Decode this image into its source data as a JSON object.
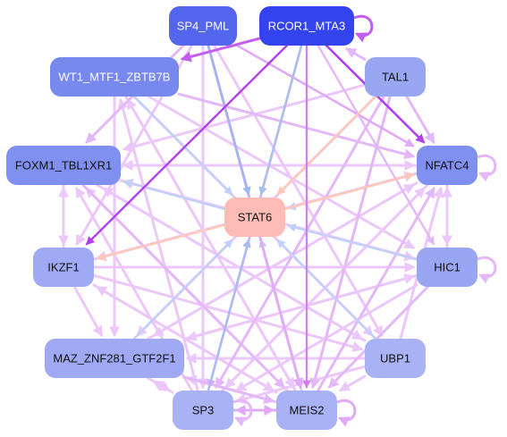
{
  "diagram": {
    "nodes": [
      {
        "id": "SP4_PML",
        "label": "SP4_PML",
        "fill": "#5566ee",
        "text_color": "#ffffff"
      },
      {
        "id": "RCOR1_MTA3",
        "label": "RCOR1_MTA3",
        "fill": "#3344ee",
        "text_color": "#ffffff"
      },
      {
        "id": "WT1_MTF1_ZBTB7B",
        "label": "WT1_MTF1_ZBTB7B",
        "fill": "#7788ee",
        "text_color": "#ffffff"
      },
      {
        "id": "TAL1",
        "label": "TAL1",
        "fill": "#99a6f2",
        "text_color": "#111111"
      },
      {
        "id": "FOXM1_TBL1XR1",
        "label": "FOXM1_TBL1XR1",
        "fill": "#8090f0",
        "text_color": "#111111"
      },
      {
        "id": "NFATC4",
        "label": "NFATC4",
        "fill": "#8090f0",
        "text_color": "#111111"
      },
      {
        "id": "STAT6",
        "label": "STAT6",
        "fill": "#ffbbb5",
        "text_color": "#111111"
      },
      {
        "id": "IKZF1",
        "label": "IKZF1",
        "fill": "#a0aaf4",
        "text_color": "#111111"
      },
      {
        "id": "HIC1",
        "label": "HIC1",
        "fill": "#99a6f2",
        "text_color": "#111111"
      },
      {
        "id": "MAZ_ZNF281_GTF2F1",
        "label": "MAZ_ZNF281_GTF2F1",
        "fill": "#a0aaf4",
        "text_color": "#111111"
      },
      {
        "id": "UBP1",
        "label": "UBP1",
        "fill": "#a8b2f5",
        "text_color": "#111111"
      },
      {
        "id": "SP3",
        "label": "SP3",
        "fill": "#a8b2f5",
        "text_color": "#111111"
      },
      {
        "id": "MEIS2",
        "label": "MEIS2",
        "fill": "#a8b2f5",
        "text_color": "#111111"
      }
    ],
    "edges": [
      {
        "from": "RCOR1_MTA3",
        "to": "WT1_MTF1_ZBTB7B",
        "color": "#c35cf0",
        "width": 3
      },
      {
        "from": "RCOR1_MTA3",
        "to": "NFATC4",
        "color": "#b040ee",
        "width": 2.6
      },
      {
        "from": "RCOR1_MTA3",
        "to": "IKZF1",
        "color": "#b040ee",
        "width": 2.4
      },
      {
        "from": "RCOR1_MTA3",
        "to": "STAT6",
        "color": "#a8c0f0",
        "width": 2.4
      },
      {
        "from": "RCOR1_MTA3",
        "to": "MEIS2",
        "color": "#d480f4",
        "width": 2.4
      },
      {
        "from": "RCOR1_MTA3",
        "to": "SP3",
        "color": "#e0aaf8",
        "width": 2.6
      },
      {
        "from": "RCOR1_MTA3",
        "to": "HIC1",
        "color": "#e4b8f8",
        "width": 2.4
      },
      {
        "from": "SP4_PML",
        "to": "STAT6",
        "color": "#a0b4f2",
        "width": 2.4
      },
      {
        "from": "SP4_PML",
        "to": "FOXM1_TBL1XR1",
        "color": "#e4b8f8",
        "width": 3
      },
      {
        "from": "SP4_PML",
        "to": "NFATC4",
        "color": "#e0aaf8",
        "width": 2.6
      },
      {
        "from": "SP4_PML",
        "to": "MEIS2",
        "color": "#e0aaf8",
        "width": 3
      },
      {
        "from": "SP4_PML",
        "to": "SP3",
        "color": "#ecc8fa",
        "width": 3
      },
      {
        "from": "SP4_PML",
        "to": "UBP1",
        "color": "#ecc8fa",
        "width": 3
      },
      {
        "from": "SP4_PML",
        "to": "IKZF1",
        "color": "#ecc8fa",
        "width": 3
      },
      {
        "from": "WT1_MTF1_ZBTB7B",
        "to": "NFATC4",
        "color": "#e4b8f8",
        "width": 3
      },
      {
        "from": "WT1_MTF1_ZBTB7B",
        "to": "STAT6",
        "color": "#c0d0f8",
        "width": 2.4
      },
      {
        "from": "WT1_MTF1_ZBTB7B",
        "to": "MEIS2",
        "color": "#ecc8fa",
        "width": 3
      },
      {
        "from": "WT1_MTF1_ZBTB7B",
        "to": "HIC1",
        "color": "#ecc8fa",
        "width": 3
      },
      {
        "from": "WT1_MTF1_ZBTB7B",
        "to": "UBP1",
        "color": "#ecc8fa",
        "width": 3
      },
      {
        "from": "WT1_MTF1_ZBTB7B",
        "to": "MAZ_ZNF281_GTF2F1",
        "color": "#ecc8fa",
        "width": 3
      },
      {
        "from": "TAL1",
        "to": "RCOR1_MTA3",
        "color": "#e4b8f8",
        "width": 3
      },
      {
        "from": "TAL1",
        "to": "NFATC4",
        "color": "#e4b8f8",
        "width": 3
      },
      {
        "from": "TAL1",
        "to": "STAT6",
        "color": "#ffc8b8",
        "width": 2.4
      },
      {
        "from": "TAL1",
        "to": "SP3",
        "color": "#e4b8f8",
        "width": 3
      },
      {
        "from": "TAL1",
        "to": "MEIS2",
        "color": "#e4b8f8",
        "width": 3
      },
      {
        "from": "TAL1",
        "to": "FOXM1_TBL1XR1",
        "color": "#ecc8fa",
        "width": 3
      },
      {
        "from": "TAL1",
        "to": "MAZ_ZNF281_GTF2F1",
        "color": "#ecc8fa",
        "width": 3
      },
      {
        "from": "FOXM1_TBL1XR1",
        "to": "NFATC4",
        "color": "#ecc8fa",
        "width": 3
      },
      {
        "from": "FOXM1_TBL1XR1",
        "to": "IKZF1",
        "color": "#ecc8fa",
        "width": 3
      },
      {
        "from": "FOXM1_TBL1XR1",
        "to": "HIC1",
        "color": "#ecc8fa",
        "width": 3
      },
      {
        "from": "FOXM1_TBL1XR1",
        "to": "MEIS2",
        "color": "#e4b8f8",
        "width": 3
      },
      {
        "from": "FOXM1_TBL1XR1",
        "to": "UBP1",
        "color": "#ecc8fa",
        "width": 3
      },
      {
        "from": "NFATC4",
        "to": "FOXM1_TBL1XR1",
        "color": "#ecc8fa",
        "width": 3
      },
      {
        "from": "NFATC4",
        "to": "STAT6",
        "color": "#c0d0f8",
        "width": 2.4
      },
      {
        "from": "NFATC4",
        "to": "HIC1",
        "color": "#ecc8fa",
        "width": 3
      },
      {
        "from": "NFATC4",
        "to": "IKZF1",
        "color": "#ecc8fa",
        "width": 3
      },
      {
        "from": "NFATC4",
        "to": "MAZ_ZNF281_GTF2F1",
        "color": "#ecc8fa",
        "width": 3
      },
      {
        "from": "NFATC4",
        "to": "SP3",
        "color": "#ecc8fa",
        "width": 3
      },
      {
        "from": "STAT6",
        "to": "FOXM1_TBL1XR1",
        "color": "#c0d0f8",
        "width": 2.4
      },
      {
        "from": "STAT6",
        "to": "IKZF1",
        "color": "#ffc8b8",
        "width": 2.4
      },
      {
        "from": "STAT6",
        "to": "NFATC4",
        "color": "#ffc8b8",
        "width": 2.4
      },
      {
        "from": "IKZF1",
        "to": "FOXM1_TBL1XR1",
        "color": "#ecc8fa",
        "width": 3
      },
      {
        "from": "IKZF1",
        "to": "MAZ_ZNF281_GTF2F1",
        "color": "#ecc8fa",
        "width": 3
      },
      {
        "from": "IKZF1",
        "to": "NFATC4",
        "color": "#ecc8fa",
        "width": 3
      },
      {
        "from": "IKZF1",
        "to": "MEIS2",
        "color": "#ecc8fa",
        "width": 3
      },
      {
        "from": "IKZF1",
        "to": "UBP1",
        "color": "#ecc8fa",
        "width": 3
      },
      {
        "from": "IKZF1",
        "to": "HIC1",
        "color": "#ecc8fa",
        "width": 3
      },
      {
        "from": "HIC1",
        "to": "NFATC4",
        "color": "#ecc8fa",
        "width": 3
      },
      {
        "from": "HIC1",
        "to": "STAT6",
        "color": "#c0d0f8",
        "width": 2.4
      },
      {
        "from": "HIC1",
        "to": "SP3",
        "color": "#ecc8fa",
        "width": 3
      },
      {
        "from": "HIC1",
        "to": "MAZ_ZNF281_GTF2F1",
        "color": "#ecc8fa",
        "width": 3
      },
      {
        "from": "HIC1",
        "to": "MEIS2",
        "color": "#e4b8f8",
        "width": 3
      },
      {
        "from": "HIC1",
        "to": "FOXM1_TBL1XR1",
        "color": "#ecc8fa",
        "width": 3
      },
      {
        "from": "MAZ_ZNF281_GTF2F1",
        "to": "STAT6",
        "color": "#c0d0f8",
        "width": 2.4
      },
      {
        "from": "MAZ_ZNF281_GTF2F1",
        "to": "MEIS2",
        "color": "#e4b8f8",
        "width": 3
      },
      {
        "from": "MAZ_ZNF281_GTF2F1",
        "to": "NFATC4",
        "color": "#ecc8fa",
        "width": 3
      },
      {
        "from": "MAZ_ZNF281_GTF2F1",
        "to": "HIC1",
        "color": "#ecc8fa",
        "width": 3
      },
      {
        "from": "MAZ_ZNF281_GTF2F1",
        "to": "SP3",
        "color": "#ecc8fa",
        "width": 3
      },
      {
        "from": "UBP1",
        "to": "STAT6",
        "color": "#c0d0f8",
        "width": 2.4
      },
      {
        "from": "UBP1",
        "to": "MEIS2",
        "color": "#ecc8fa",
        "width": 3
      },
      {
        "from": "UBP1",
        "to": "FOXM1_TBL1XR1",
        "color": "#ecc8fa",
        "width": 3
      },
      {
        "from": "UBP1",
        "to": "MAZ_ZNF281_GTF2F1",
        "color": "#ecc8fa",
        "width": 3
      },
      {
        "from": "UBP1",
        "to": "NFATC4",
        "color": "#ecc8fa",
        "width": 3
      },
      {
        "from": "UBP1",
        "to": "SP3",
        "color": "#ecc8fa",
        "width": 3
      },
      {
        "from": "SP3",
        "to": "STAT6",
        "color": "#a8bcf4",
        "width": 2.4
      },
      {
        "from": "SP3",
        "to": "MEIS2",
        "color": "#e0aaf8",
        "width": 3
      },
      {
        "from": "SP3",
        "to": "FOXM1_TBL1XR1",
        "color": "#ecc8fa",
        "width": 3
      },
      {
        "from": "SP3",
        "to": "NFATC4",
        "color": "#ecc8fa",
        "width": 3
      },
      {
        "from": "SP3",
        "to": "WT1_MTF1_ZBTB7B",
        "color": "#ecc8fa",
        "width": 3
      },
      {
        "from": "SP3",
        "to": "MAZ_ZNF281_GTF2F1",
        "color": "#ecc8fa",
        "width": 3
      },
      {
        "from": "MEIS2",
        "to": "STAT6",
        "color": "#c0d0f8",
        "width": 2.4
      },
      {
        "from": "MEIS2",
        "to": "SP3",
        "color": "#e0aaf8",
        "width": 3
      },
      {
        "from": "MEIS2",
        "to": "NFATC4",
        "color": "#e4b8f8",
        "width": 3
      },
      {
        "from": "MEIS2",
        "to": "FOXM1_TBL1XR1",
        "color": "#ecc8fa",
        "width": 3
      },
      {
        "from": "MEIS2",
        "to": "IKZF1",
        "color": "#ecc8fa",
        "width": 3
      },
      {
        "from": "MEIS2",
        "to": "WT1_MTF1_ZBTB7B",
        "color": "#ecc8fa",
        "width": 3
      },
      {
        "from": "MEIS2",
        "to": "MAZ_ZNF281_GTF2F1",
        "color": "#ecc8fa",
        "width": 3
      }
    ],
    "self_loops": [
      {
        "node": "RCOR1_MTA3",
        "color": "#c35cf0",
        "side": "right"
      },
      {
        "node": "NFATC4",
        "color": "#e4b8f8",
        "side": "right"
      },
      {
        "node": "HIC1",
        "color": "#e4b8f8",
        "side": "right"
      },
      {
        "node": "MEIS2",
        "color": "#e0aaf8",
        "side": "right"
      },
      {
        "node": "SP3",
        "color": "#e4b8f8",
        "side": "right"
      }
    ]
  }
}
